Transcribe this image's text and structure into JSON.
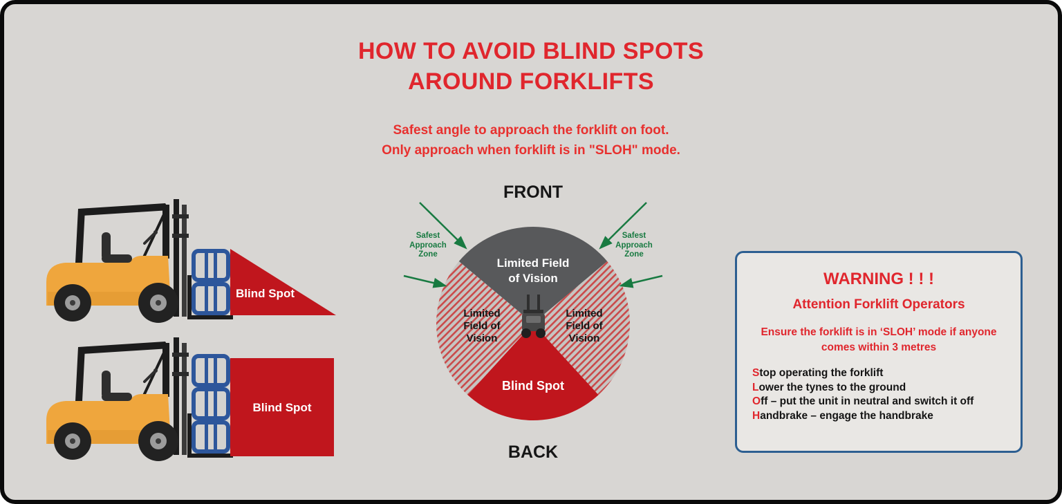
{
  "page": {
    "title_line1": "HOW TO AVOID BLIND SPOTS",
    "title_line2": "AROUND FORKLIFTS",
    "subtitle_line1": "Safest angle to approach the forklift on foot.",
    "subtitle_line2": "Only approach when forklift is in \"SLOH\" mode."
  },
  "illustrations": {
    "top_label": "Blind Spot",
    "bottom_label": "Blind Spot"
  },
  "diagram": {
    "front": "FRONT",
    "back": "BACK",
    "top_sector_line1": "Limited Field",
    "top_sector_line2": "of Vision",
    "left_sector_line1": "Limited",
    "left_sector_line2": "Field of",
    "left_sector_line3": "Vision",
    "right_sector_line1": "Limited",
    "right_sector_line2": "Field of",
    "right_sector_line3": "Vision",
    "blind_spot": "Blind Spot",
    "left_zone_line1": "Safest",
    "left_zone_line2": "Approach",
    "left_zone_line3": "Zone",
    "right_zone_line1": "Safest",
    "right_zone_line2": "Approach",
    "right_zone_line3": "Zone"
  },
  "warning": {
    "title": "WARNING ! ! !",
    "subtitle": "Attention Forklift Operators",
    "instruction_line1": "Ensure the forklift is in ‘SLOH’ mode if anyone",
    "instruction_line2": "comes within 3 metres",
    "items": [
      {
        "lead": "S",
        "rest": "top operating the forklift"
      },
      {
        "lead": "L",
        "rest": "ower the tynes to the ground"
      },
      {
        "lead": "O",
        "rest": "ff – put the unit in neutral and switch it off"
      },
      {
        "lead": "H",
        "rest": "andbrake – engage the handbrake"
      }
    ]
  },
  "colors": {
    "background": "#d8d6d3",
    "accent_red": "#e0262d",
    "solid_red": "#c0161d",
    "dark_gray_sector": "#58595b",
    "green": "#187a41",
    "box_border_blue": "#2d5f91",
    "forklift_orange": "#efa63d",
    "crate_blue": "#2d569b"
  }
}
